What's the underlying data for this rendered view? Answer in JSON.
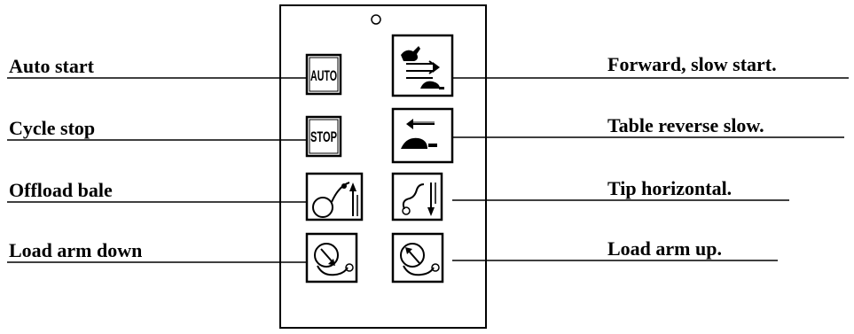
{
  "left_labels": [
    {
      "text": "Auto start"
    },
    {
      "text": "Cycle stop"
    },
    {
      "text": "Offload bale"
    },
    {
      "text": "Load arm down"
    }
  ],
  "right_labels": [
    {
      "text": "Forward, slow start."
    },
    {
      "text": "Table reverse slow."
    },
    {
      "text": "Tip horizontal."
    },
    {
      "text": "Load arm up."
    }
  ],
  "icons": {
    "auto_text": "AUTO",
    "stop_text": "STOP"
  },
  "icon_names": [
    "auto-icon",
    "forward-slow-icon",
    "stop-icon",
    "reverse-slow-icon",
    "offload-bale-icon",
    "tip-horizontal-icon",
    "load-arm-down-icon",
    "load-arm-up-icon"
  ]
}
